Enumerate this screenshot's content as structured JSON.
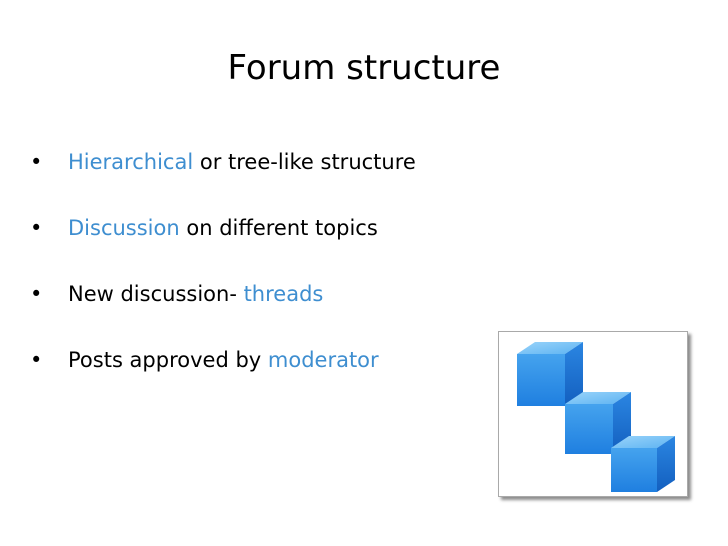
{
  "slide": {
    "title": "Forum structure",
    "bullets": [
      {
        "keyword": "Hierarchical",
        "rest": " or tree-like structure",
        "prefix": ""
      },
      {
        "keyword": "Discussion",
        "rest": " on different topics",
        "prefix": ""
      },
      {
        "keyword": "threads",
        "rest": "",
        "prefix": "New discussion- "
      },
      {
        "keyword": "moderator",
        "rest": "",
        "prefix": "Posts approved by "
      }
    ],
    "bullet_char": "•"
  },
  "colors": {
    "keyword": "#3e8ed0",
    "cube_front": "#2f8fe6",
    "cube_top": "#79c3f7",
    "cube_side": "#1a6fd0"
  },
  "figure": {
    "icon": "staircase-cubes-icon"
  }
}
